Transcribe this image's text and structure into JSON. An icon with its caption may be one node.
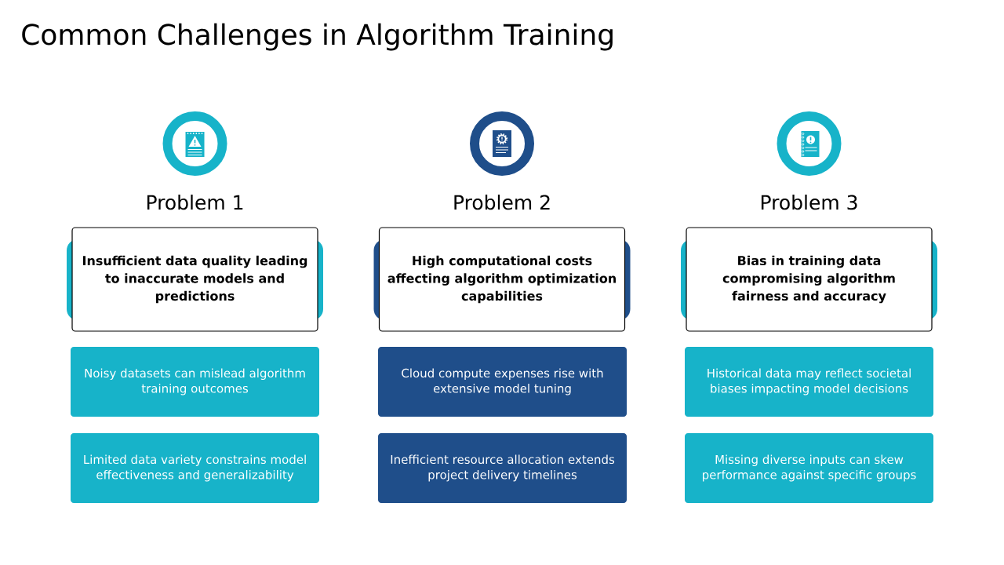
{
  "diagram": {
    "title": "Common Challenges in Algorithm Training",
    "nodes": [
      {
        "text": [
          "Problem 1",
          "Insufficient data quality leading to inaccurate models and predictions"
        ]
      },
      {
        "text": [
          "Noisy datasets can mislead algorithm training outcomes"
        ]
      },
      {
        "text": [
          "Limited data variety constrains model effectiveness and generalizability"
        ]
      },
      {
        "text": [
          "Problem 2",
          "High computational costs affecting algorithm optimization capabilities"
        ]
      },
      {
        "text": [
          "Cloud compute expenses rise with extensive model tuning"
        ]
      },
      {
        "text": [
          "Inefficient resource allocation extends project delivery timelines"
        ]
      },
      {
        "text": [
          "Problem 3",
          "Bias in training data compromising algorithm fairness and accuracy"
        ]
      },
      {
        "text": [
          "Historical data may reflect societal biases impacting model decisions"
        ]
      },
      {
        "text": [
          "Missing diverse inputs can skew performance against specific groups"
        ]
      }
    ]
  }
}
